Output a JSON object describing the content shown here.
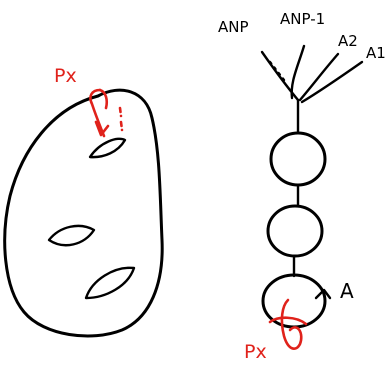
{
  "diagram": {
    "surface": {
      "loop_label": "Px"
    },
    "tree": {
      "leaf_labels": [
        "ANP",
        "ANP-1",
        "A2",
        "A1"
      ],
      "boundary_label": "A",
      "loop_label": "Px"
    },
    "colors": {
      "ink": "#000000",
      "loop": "#e0221b"
    }
  }
}
